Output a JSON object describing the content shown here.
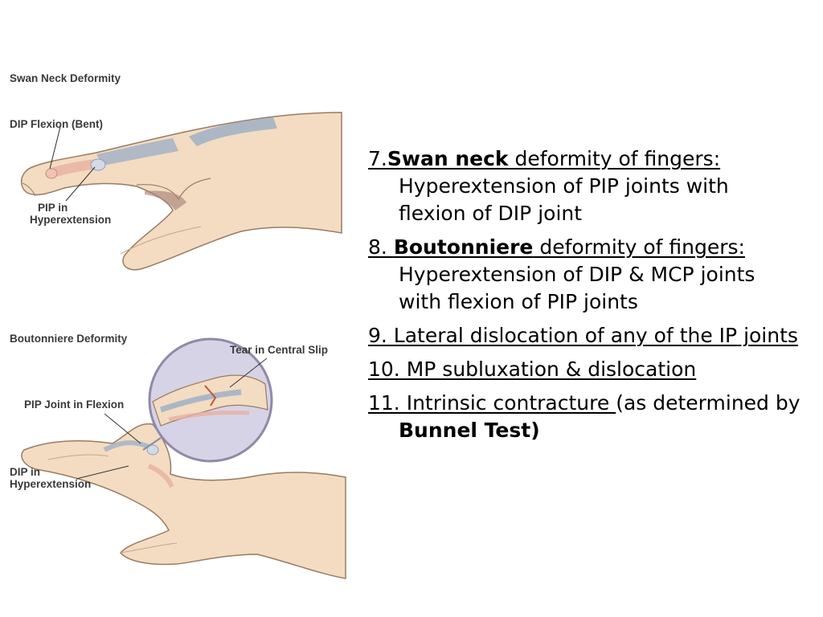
{
  "figures": {
    "swan": {
      "title": "Swan Neck Deformity",
      "dip_label": "DIP Flexion (Bent)",
      "pip_label_1": "PIP in",
      "pip_label_2": "Hyperextension"
    },
    "boutonniere": {
      "title": "Boutonniere Deformity",
      "tear_label": "Tear in Central Slip",
      "pip_label": "PIP Joint in Flexion",
      "dip_label_1": "DIP in",
      "dip_label_2": "Hyperextension"
    }
  },
  "items": [
    {
      "number": "7.",
      "bold": "Swan neck",
      "text_a": " deformity of fingers:",
      "text_b": "Hyperextension of  PIP joints with flexion of DIP joint"
    },
    {
      "number": "8. ",
      "bold": "Boutonniere",
      "text_a": " deformity of fingers: ",
      "text_b": "Hyperextension of DIP & MCP joints with flexion of PIP joints"
    },
    {
      "text": "9. Lateral dislocation of any of the IP joints"
    },
    {
      "text": "10. MP subluxation & dislocation"
    },
    {
      "text_a": "11.  Intrinsic contracture ",
      "text_b": "(as determined by ",
      "bold": "Bunnel Test)"
    }
  ],
  "colors": {
    "skin": "#f3dcc2",
    "skin_shadow": "#e3bf9c",
    "outline": "#9a7b63",
    "tendon": "#9fb0c6",
    "magnifier": "#d7d3e6"
  }
}
